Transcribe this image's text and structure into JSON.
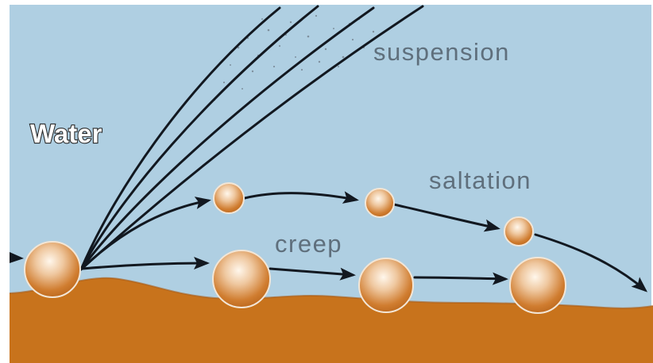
{
  "diagram": {
    "medium_label": "Water",
    "processes": {
      "suspension": "suspension",
      "saltation": "saltation",
      "creep": "creep"
    },
    "colors": {
      "water": "#afcfe2",
      "sediment": "#c8731c",
      "grain": "#d48a3f",
      "path": "#121820"
    }
  }
}
